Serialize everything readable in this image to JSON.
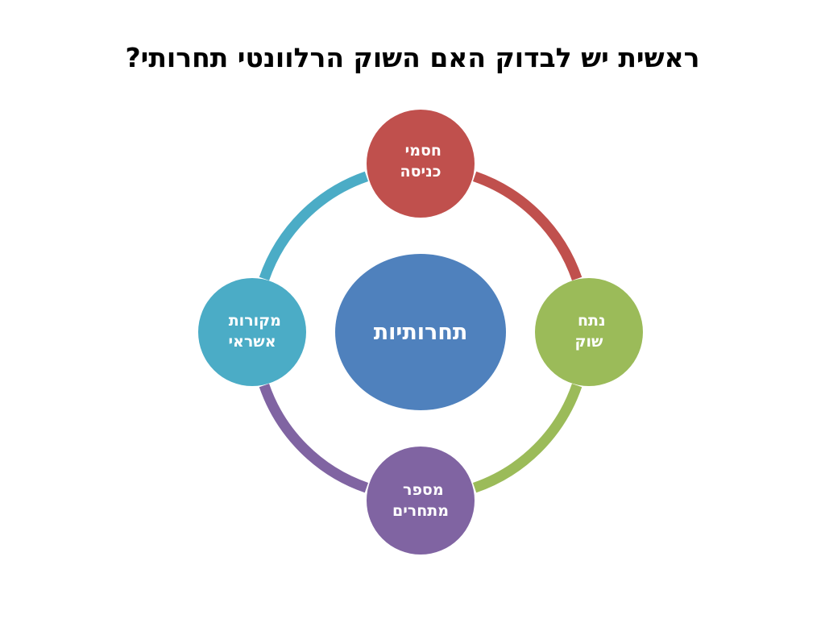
{
  "title": "ראשית יש לבדוק האם השוק הרלוונטי תחרותי?",
  "diagram": {
    "center": {
      "label": "תחרותיות",
      "color": "#4f81bd"
    },
    "nodes": [
      {
        "lines": [
          "חסמי",
          "כניסה"
        ],
        "color": "#c0504d",
        "arc_color": "#c0504d"
      },
      {
        "lines": [
          "נתח",
          "שוק"
        ],
        "color": "#9bbb59",
        "arc_color": "#9bbb59"
      },
      {
        "lines": [
          "מספר",
          "מתחרים"
        ],
        "color": "#8064a2",
        "arc_color": "#8064a2"
      },
      {
        "lines": [
          "מקורות",
          "אשראי"
        ],
        "color": "#4bacc6",
        "arc_color": "#4bacc6"
      }
    ]
  }
}
